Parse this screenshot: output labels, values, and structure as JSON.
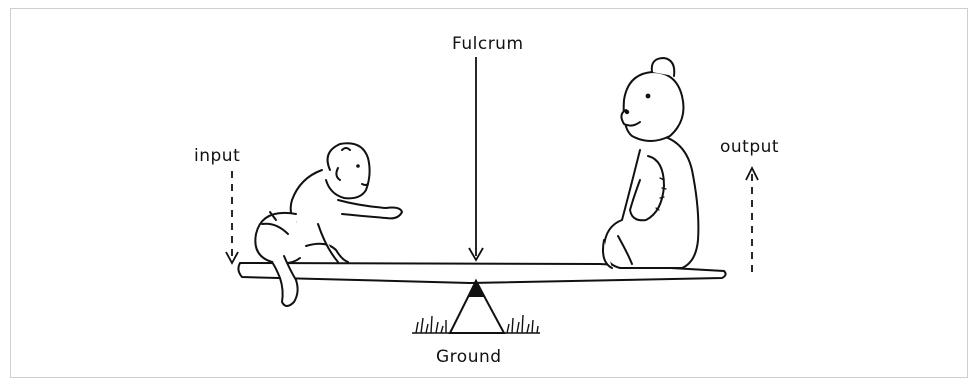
{
  "labels": {
    "fulcrum": "Fulcrum",
    "input": "input",
    "output": "output",
    "ground": "Ground"
  },
  "colors": {
    "ink": "#111111",
    "frame": "#cfcfcf",
    "background": "#ffffff"
  },
  "figures": {
    "left": "baby",
    "right": "teddy-bear"
  }
}
